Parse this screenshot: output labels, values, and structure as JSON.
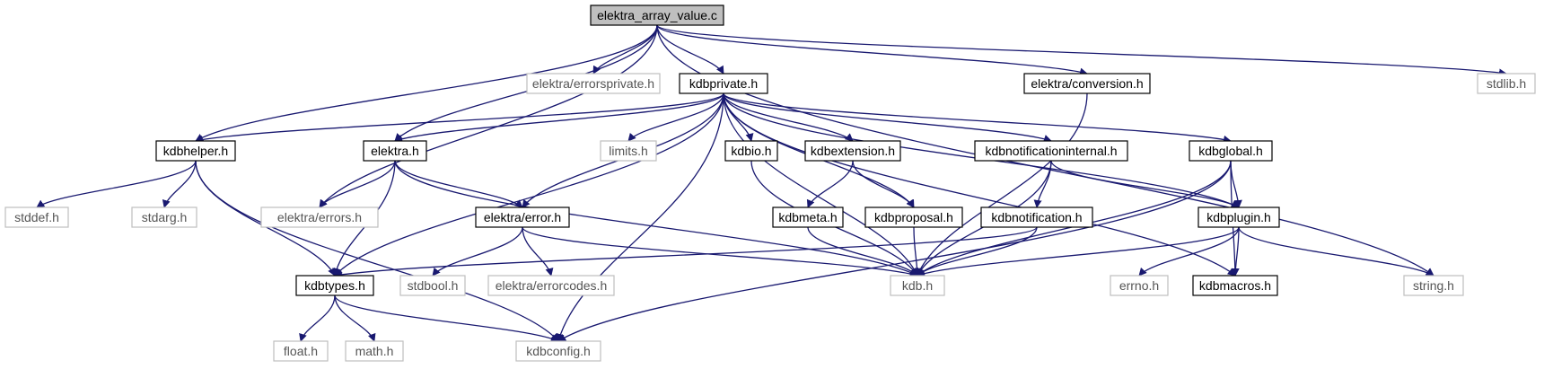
{
  "diagram": {
    "title": "",
    "colors": {
      "edge": "#191970",
      "root_fill": "#bfbfbf",
      "node_border": "#000000",
      "external_border": "#bfbfbf",
      "external_text": "#555555",
      "text": "#000000"
    },
    "nodes": [
      {
        "id": "root",
        "label": "elektra_array_value.c",
        "kind": "root"
      },
      {
        "id": "errpriv",
        "label": "elektra/errorsprivate.h",
        "kind": "external"
      },
      {
        "id": "kdbprivate",
        "label": "kdbprivate.h",
        "kind": "file"
      },
      {
        "id": "conversion",
        "label": "elektra/conversion.h",
        "kind": "file"
      },
      {
        "id": "stdlib",
        "label": "stdlib.h",
        "kind": "external"
      },
      {
        "id": "kdbhelper",
        "label": "kdbhelper.h",
        "kind": "file"
      },
      {
        "id": "elektra",
        "label": "elektra.h",
        "kind": "file"
      },
      {
        "id": "limits",
        "label": "limits.h",
        "kind": "external"
      },
      {
        "id": "kdbio",
        "label": "kdbio.h",
        "kind": "file"
      },
      {
        "id": "kdbext",
        "label": "kdbextension.h",
        "kind": "file"
      },
      {
        "id": "kdbnotifint",
        "label": "kdbnotificationinternal.h",
        "kind": "file"
      },
      {
        "id": "kdbglobal",
        "label": "kdbglobal.h",
        "kind": "file"
      },
      {
        "id": "stddef",
        "label": "stddef.h",
        "kind": "external"
      },
      {
        "id": "stdarg",
        "label": "stdarg.h",
        "kind": "external"
      },
      {
        "id": "errors",
        "label": "elektra/errors.h",
        "kind": "external"
      },
      {
        "id": "error",
        "label": "elektra/error.h",
        "kind": "file"
      },
      {
        "id": "kdbmeta",
        "label": "kdbmeta.h",
        "kind": "file"
      },
      {
        "id": "kdbproposal",
        "label": "kdbproposal.h",
        "kind": "file"
      },
      {
        "id": "kdbnotif",
        "label": "kdbnotification.h",
        "kind": "file"
      },
      {
        "id": "kdbplugin",
        "label": "kdbplugin.h",
        "kind": "file"
      },
      {
        "id": "kdbtypes",
        "label": "kdbtypes.h",
        "kind": "file"
      },
      {
        "id": "stdbool",
        "label": "stdbool.h",
        "kind": "external"
      },
      {
        "id": "errcodes",
        "label": "elektra/errorcodes.h",
        "kind": "external"
      },
      {
        "id": "kdb",
        "label": "kdb.h",
        "kind": "external"
      },
      {
        "id": "errno",
        "label": "errno.h",
        "kind": "external"
      },
      {
        "id": "kdbmacros",
        "label": "kdbmacros.h",
        "kind": "file"
      },
      {
        "id": "string",
        "label": "string.h",
        "kind": "external"
      },
      {
        "id": "float",
        "label": "float.h",
        "kind": "external"
      },
      {
        "id": "math",
        "label": "math.h",
        "kind": "external"
      },
      {
        "id": "kdbconfig",
        "label": "kdbconfig.h",
        "kind": "external"
      }
    ],
    "edges": [
      [
        "root",
        "errpriv"
      ],
      [
        "root",
        "kdbprivate"
      ],
      [
        "root",
        "conversion"
      ],
      [
        "root",
        "stdlib"
      ],
      [
        "root",
        "kdbhelper"
      ],
      [
        "root",
        "elektra"
      ],
      [
        "root",
        "errors"
      ],
      [
        "root",
        "string"
      ],
      [
        "kdbprivate",
        "kdbhelper"
      ],
      [
        "kdbprivate",
        "elektra"
      ],
      [
        "kdbprivate",
        "limits"
      ],
      [
        "kdbprivate",
        "kdbio"
      ],
      [
        "kdbprivate",
        "kdbext"
      ],
      [
        "kdbprivate",
        "kdbnotifint"
      ],
      [
        "kdbprivate",
        "kdbglobal"
      ],
      [
        "kdbprivate",
        "kdbplugin"
      ],
      [
        "kdbprivate",
        "kdbproposal"
      ],
      [
        "kdbprivate",
        "error"
      ],
      [
        "kdbprivate",
        "kdbtypes"
      ],
      [
        "kdbprivate",
        "kdbconfig"
      ],
      [
        "kdbprivate",
        "kdb"
      ],
      [
        "kdbprivate",
        "kdbmacros"
      ],
      [
        "conversion",
        "kdb"
      ],
      [
        "kdbhelper",
        "stddef"
      ],
      [
        "kdbhelper",
        "stdarg"
      ],
      [
        "kdbhelper",
        "kdbtypes"
      ],
      [
        "kdbhelper",
        "kdbconfig"
      ],
      [
        "elektra",
        "errors"
      ],
      [
        "elektra",
        "error"
      ],
      [
        "elektra",
        "kdbtypes"
      ],
      [
        "elektra",
        "kdb"
      ],
      [
        "kdbio",
        "kdb"
      ],
      [
        "kdbext",
        "kdbmeta"
      ],
      [
        "kdbext",
        "kdbproposal"
      ],
      [
        "kdbnotifint",
        "kdbnotif"
      ],
      [
        "kdbnotifint",
        "kdbplugin"
      ],
      [
        "kdbnotifint",
        "kdb"
      ],
      [
        "kdbglobal",
        "kdbplugin"
      ],
      [
        "kdbglobal",
        "kdb"
      ],
      [
        "kdbglobal",
        "kdbmacros"
      ],
      [
        "kdbglobal",
        "kdbconfig"
      ],
      [
        "error",
        "stdbool"
      ],
      [
        "error",
        "errcodes"
      ],
      [
        "error",
        "kdb"
      ],
      [
        "kdbmeta",
        "kdb"
      ],
      [
        "kdbproposal",
        "kdb"
      ],
      [
        "kdbnotif",
        "kdbtypes"
      ],
      [
        "kdbnotif",
        "kdb"
      ],
      [
        "kdbplugin",
        "kdb"
      ],
      [
        "kdbplugin",
        "errno"
      ],
      [
        "kdbplugin",
        "kdbmacros"
      ],
      [
        "kdbplugin",
        "string"
      ],
      [
        "kdbtypes",
        "float"
      ],
      [
        "kdbtypes",
        "math"
      ],
      [
        "kdbtypes",
        "kdbconfig"
      ]
    ]
  }
}
